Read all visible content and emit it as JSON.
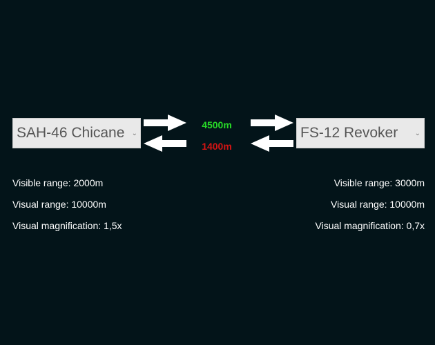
{
  "left_ship": {
    "selected": "SAH-46 Chicane",
    "visible_range": "Visible range: 2000m",
    "visual_range": "Visual range: 10000m",
    "visual_magnification": "Visual magnification: 1,5x"
  },
  "right_ship": {
    "selected": "FS-12 Revoker",
    "visible_range": "Visible range: 3000m",
    "visual_range": "Visual range: 10000m",
    "visual_magnification": "Visual magnification: 0,7x"
  },
  "comparison": {
    "forward_range": "4500m",
    "back_range": "1400m",
    "forward_color": "#27d927",
    "back_color": "#d41414"
  },
  "icons": {
    "dropdown": "chevron-down-icon",
    "right_arrow": "arrow-right-icon",
    "left_arrow": "arrow-left-icon"
  }
}
